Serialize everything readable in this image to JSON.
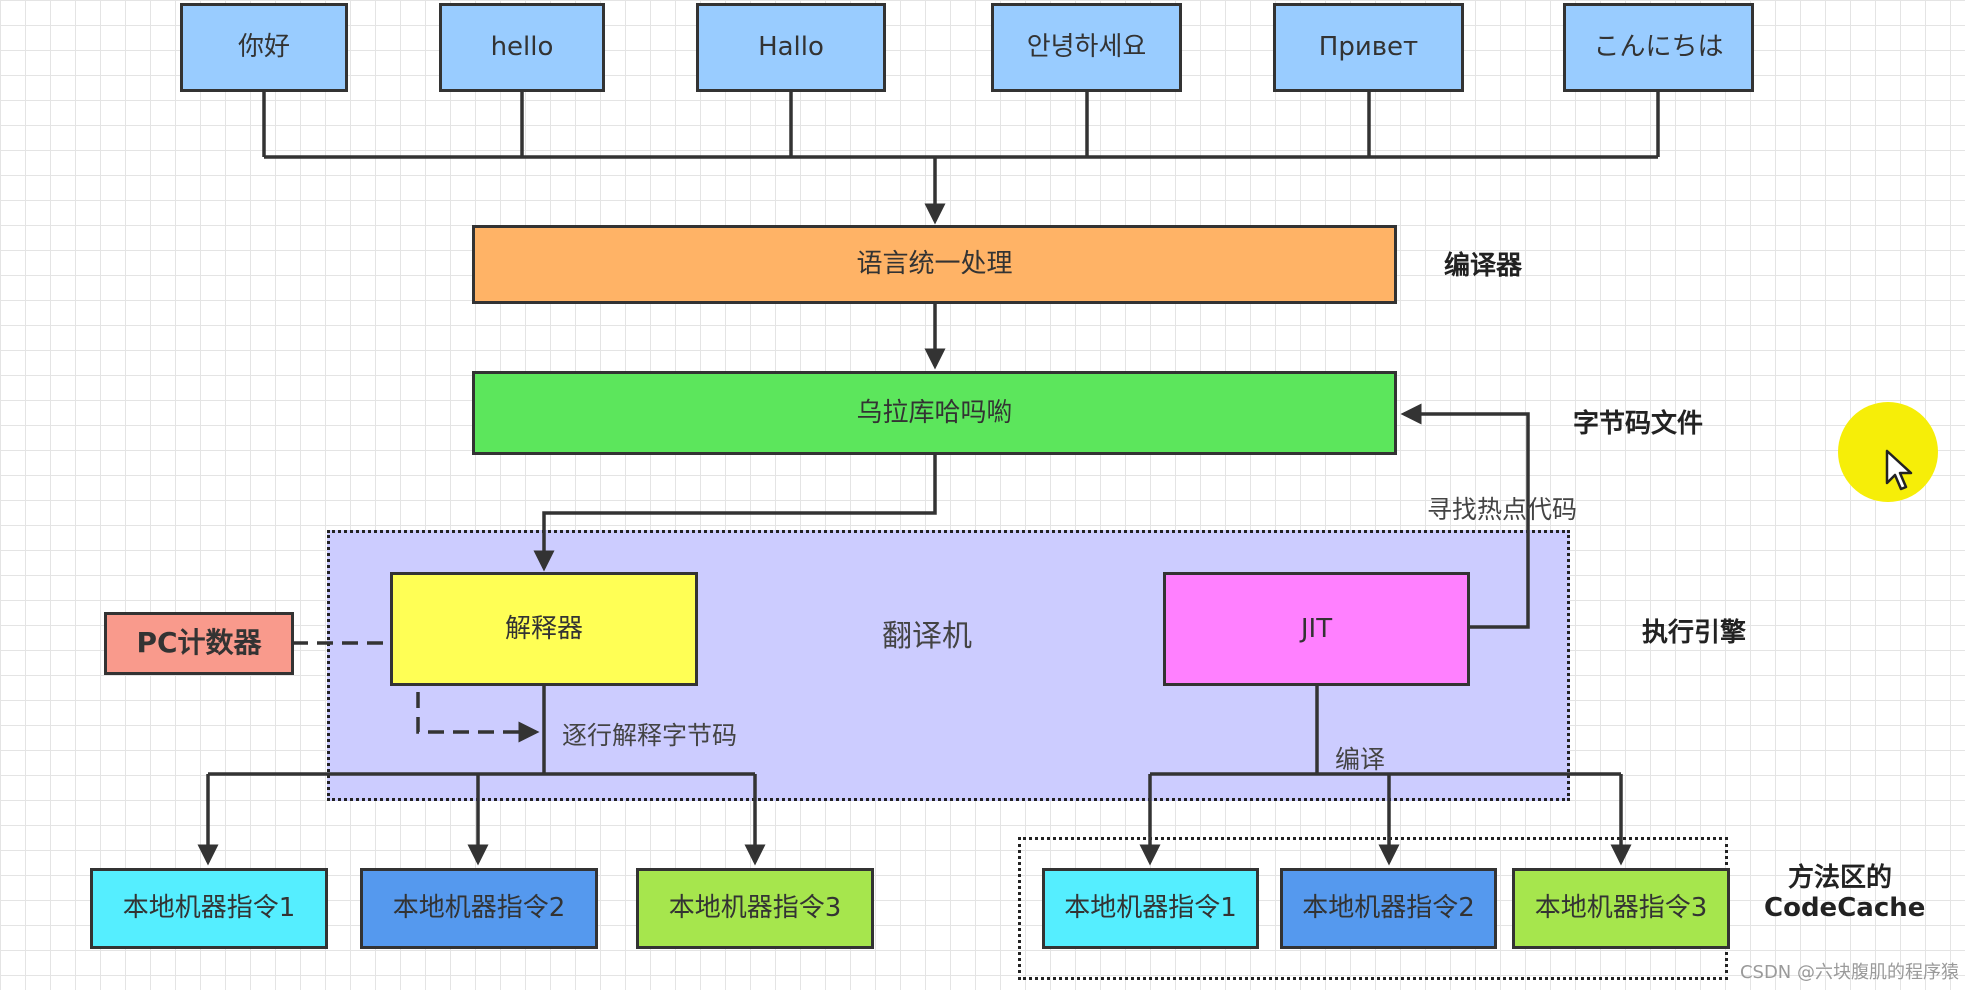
{
  "languages": [
    "你好",
    "hello",
    "Hallo",
    "안녕하세요",
    "Привет",
    "こんにちは"
  ],
  "unify_box": "语言统一处理",
  "bytecode_box": "乌拉库哈吗喲",
  "interpreter_box": "解释器",
  "jit_box": "JIT",
  "pc_counter": "PC计数器",
  "translator_label": "翻译机",
  "find_hotspot_label": "寻找热点代码",
  "interpret_label": "逐行解释字节码",
  "compile_label": "编译",
  "side_labels": {
    "compiler": "编译器",
    "bytecode_file": "字节码文件",
    "execution_engine": "执行引擎",
    "codecache_line1": "方法区的",
    "codecache_line2": "CodeCache"
  },
  "left_instructions": [
    "本地机器指令1",
    "本地机器指令2",
    "本地机器指令3"
  ],
  "right_instructions": [
    "本地机器指令1",
    "本地机器指令2",
    "本地机器指令3"
  ],
  "watermark": "CSDN @六块腹肌的程序猿",
  "colors": {
    "language": "#99ccff",
    "unify": "#ffb366",
    "bytecode": "#5ce65c",
    "interpreter": "#ffff55",
    "jit": "#ff80ff",
    "pc_counter": "#f99a8c",
    "engine_area": "#ccccff",
    "instruction_1": "#55eeff",
    "instruction_2": "#5599ee",
    "instruction_3": "#a6e64d"
  }
}
